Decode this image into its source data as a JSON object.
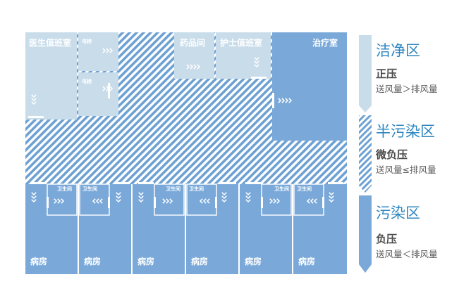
{
  "colors": {
    "clean": "#c8dcea",
    "semi_stripe": "#6ea1d3",
    "contaminated": "#7aa9d9",
    "divider": "#ffffff",
    "zone_text": "#2e86c1",
    "pressure_text": "#4a4a4a"
  },
  "rooms": {
    "doctor_duty": "医生值班室",
    "elevator_1": "电梯",
    "elevator_2": "电梯",
    "pharmacy": "药品间",
    "nurse_duty": "护士值班室",
    "treatment": "治疗室",
    "wards": [
      "病房",
      "病房",
      "病房",
      "病房",
      "病房",
      "病房"
    ],
    "toilets": [
      "卫生间",
      "卫生间",
      "卫生间",
      "卫生间",
      "卫生间",
      "卫生间"
    ]
  },
  "icons": {
    "airflow": "chevron-arrow-icon"
  },
  "legend": [
    {
      "zone": "洁净区",
      "pressure": "正压",
      "rule": "送风量＞排风量"
    },
    {
      "zone": "半污染区",
      "pressure": "微负压",
      "rule": "送风量≤排风量"
    },
    {
      "zone": "污染区",
      "pressure": "负压",
      "rule": "送风量＜排风量"
    }
  ]
}
